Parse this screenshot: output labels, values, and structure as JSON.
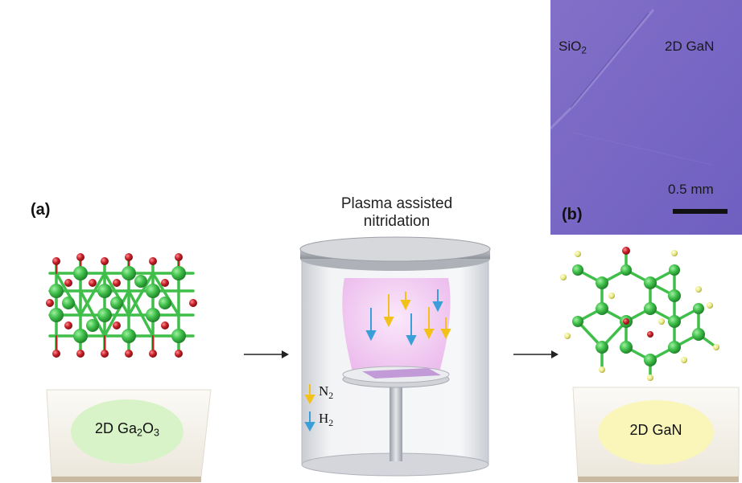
{
  "panel_labels": {
    "a": "(a)",
    "b": "(b)"
  },
  "title": {
    "line1": "Plasma assisted",
    "line2": "nitridation"
  },
  "micrograph": {
    "left_label_main": "SiO",
    "left_label_sub": "2",
    "right_label": "2D GaN",
    "scale_text": "0.5 mm"
  },
  "legend": [
    {
      "main": "N",
      "sub": "2",
      "color": "#f2c21b"
    },
    {
      "main": "H",
      "sub": "2",
      "color": "#3a9fd8"
    }
  ],
  "left_sample": {
    "main": "2D Ga",
    "sub1": "2",
    "mid": "O",
    "sub2": "3"
  },
  "right_sample": {
    "label": "2D GaN"
  },
  "colors": {
    "ga_atom": "#3fbf4a",
    "o_atom": "#c8202a",
    "n_atom": "#e8e880",
    "micrograph_bg": "#7c6ac6",
    "plasma": "#f2c6f0",
    "ga2o3_flake": "#d8f3c8",
    "gan_flake": "#faf5b8"
  }
}
